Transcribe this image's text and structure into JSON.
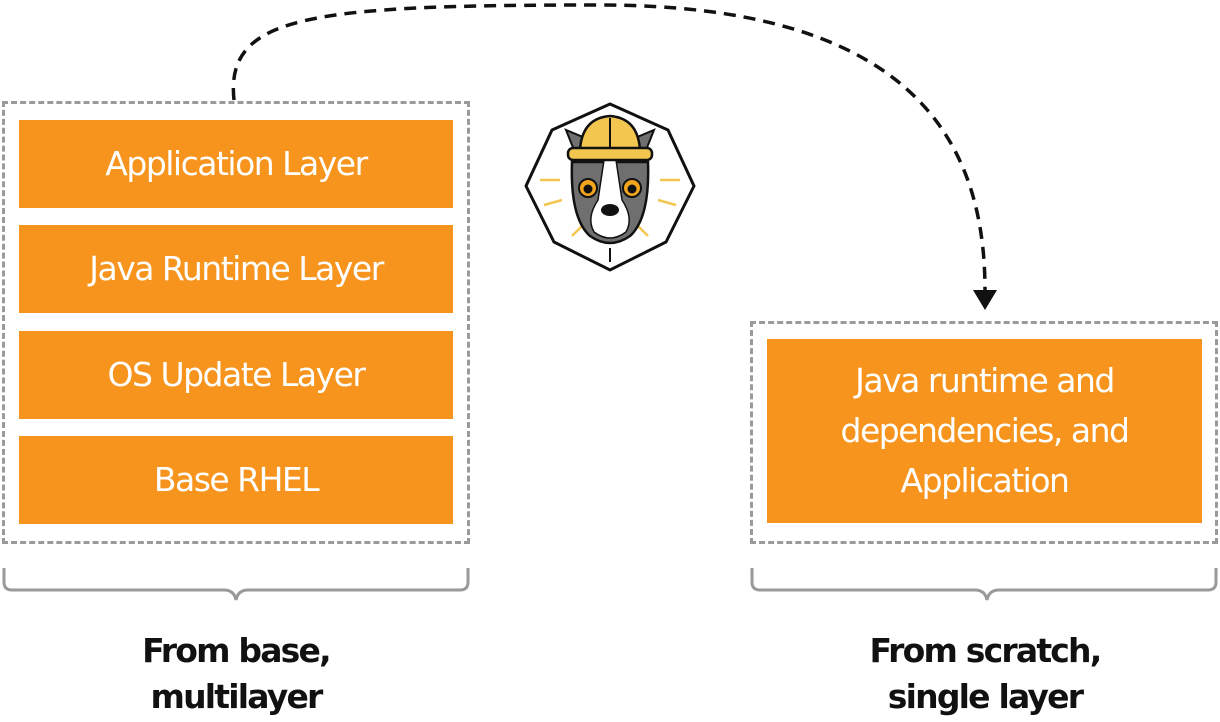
{
  "left_stack": {
    "layers": [
      "Application Layer",
      "Java Runtime Layer",
      "OS Update Layer",
      "Base RHEL"
    ],
    "caption_line1": "From base,",
    "caption_line2": "multilayer"
  },
  "right_stack": {
    "layer_line1": "Java runtime and",
    "layer_line2": "dependencies, and",
    "layer_line3": "Application",
    "caption_line1": "From scratch,",
    "caption_line2": "single layer"
  },
  "logo": {
    "icon": "quarkus-dog-mascot-hardhat-icon"
  },
  "colors": {
    "layer_fill": "#f7941d",
    "layer_text": "#ffffff",
    "frame_dash": "#9a9a9a",
    "bracket": "#9a9a9a",
    "arrow": "#111111",
    "caption_text": "#111111"
  }
}
